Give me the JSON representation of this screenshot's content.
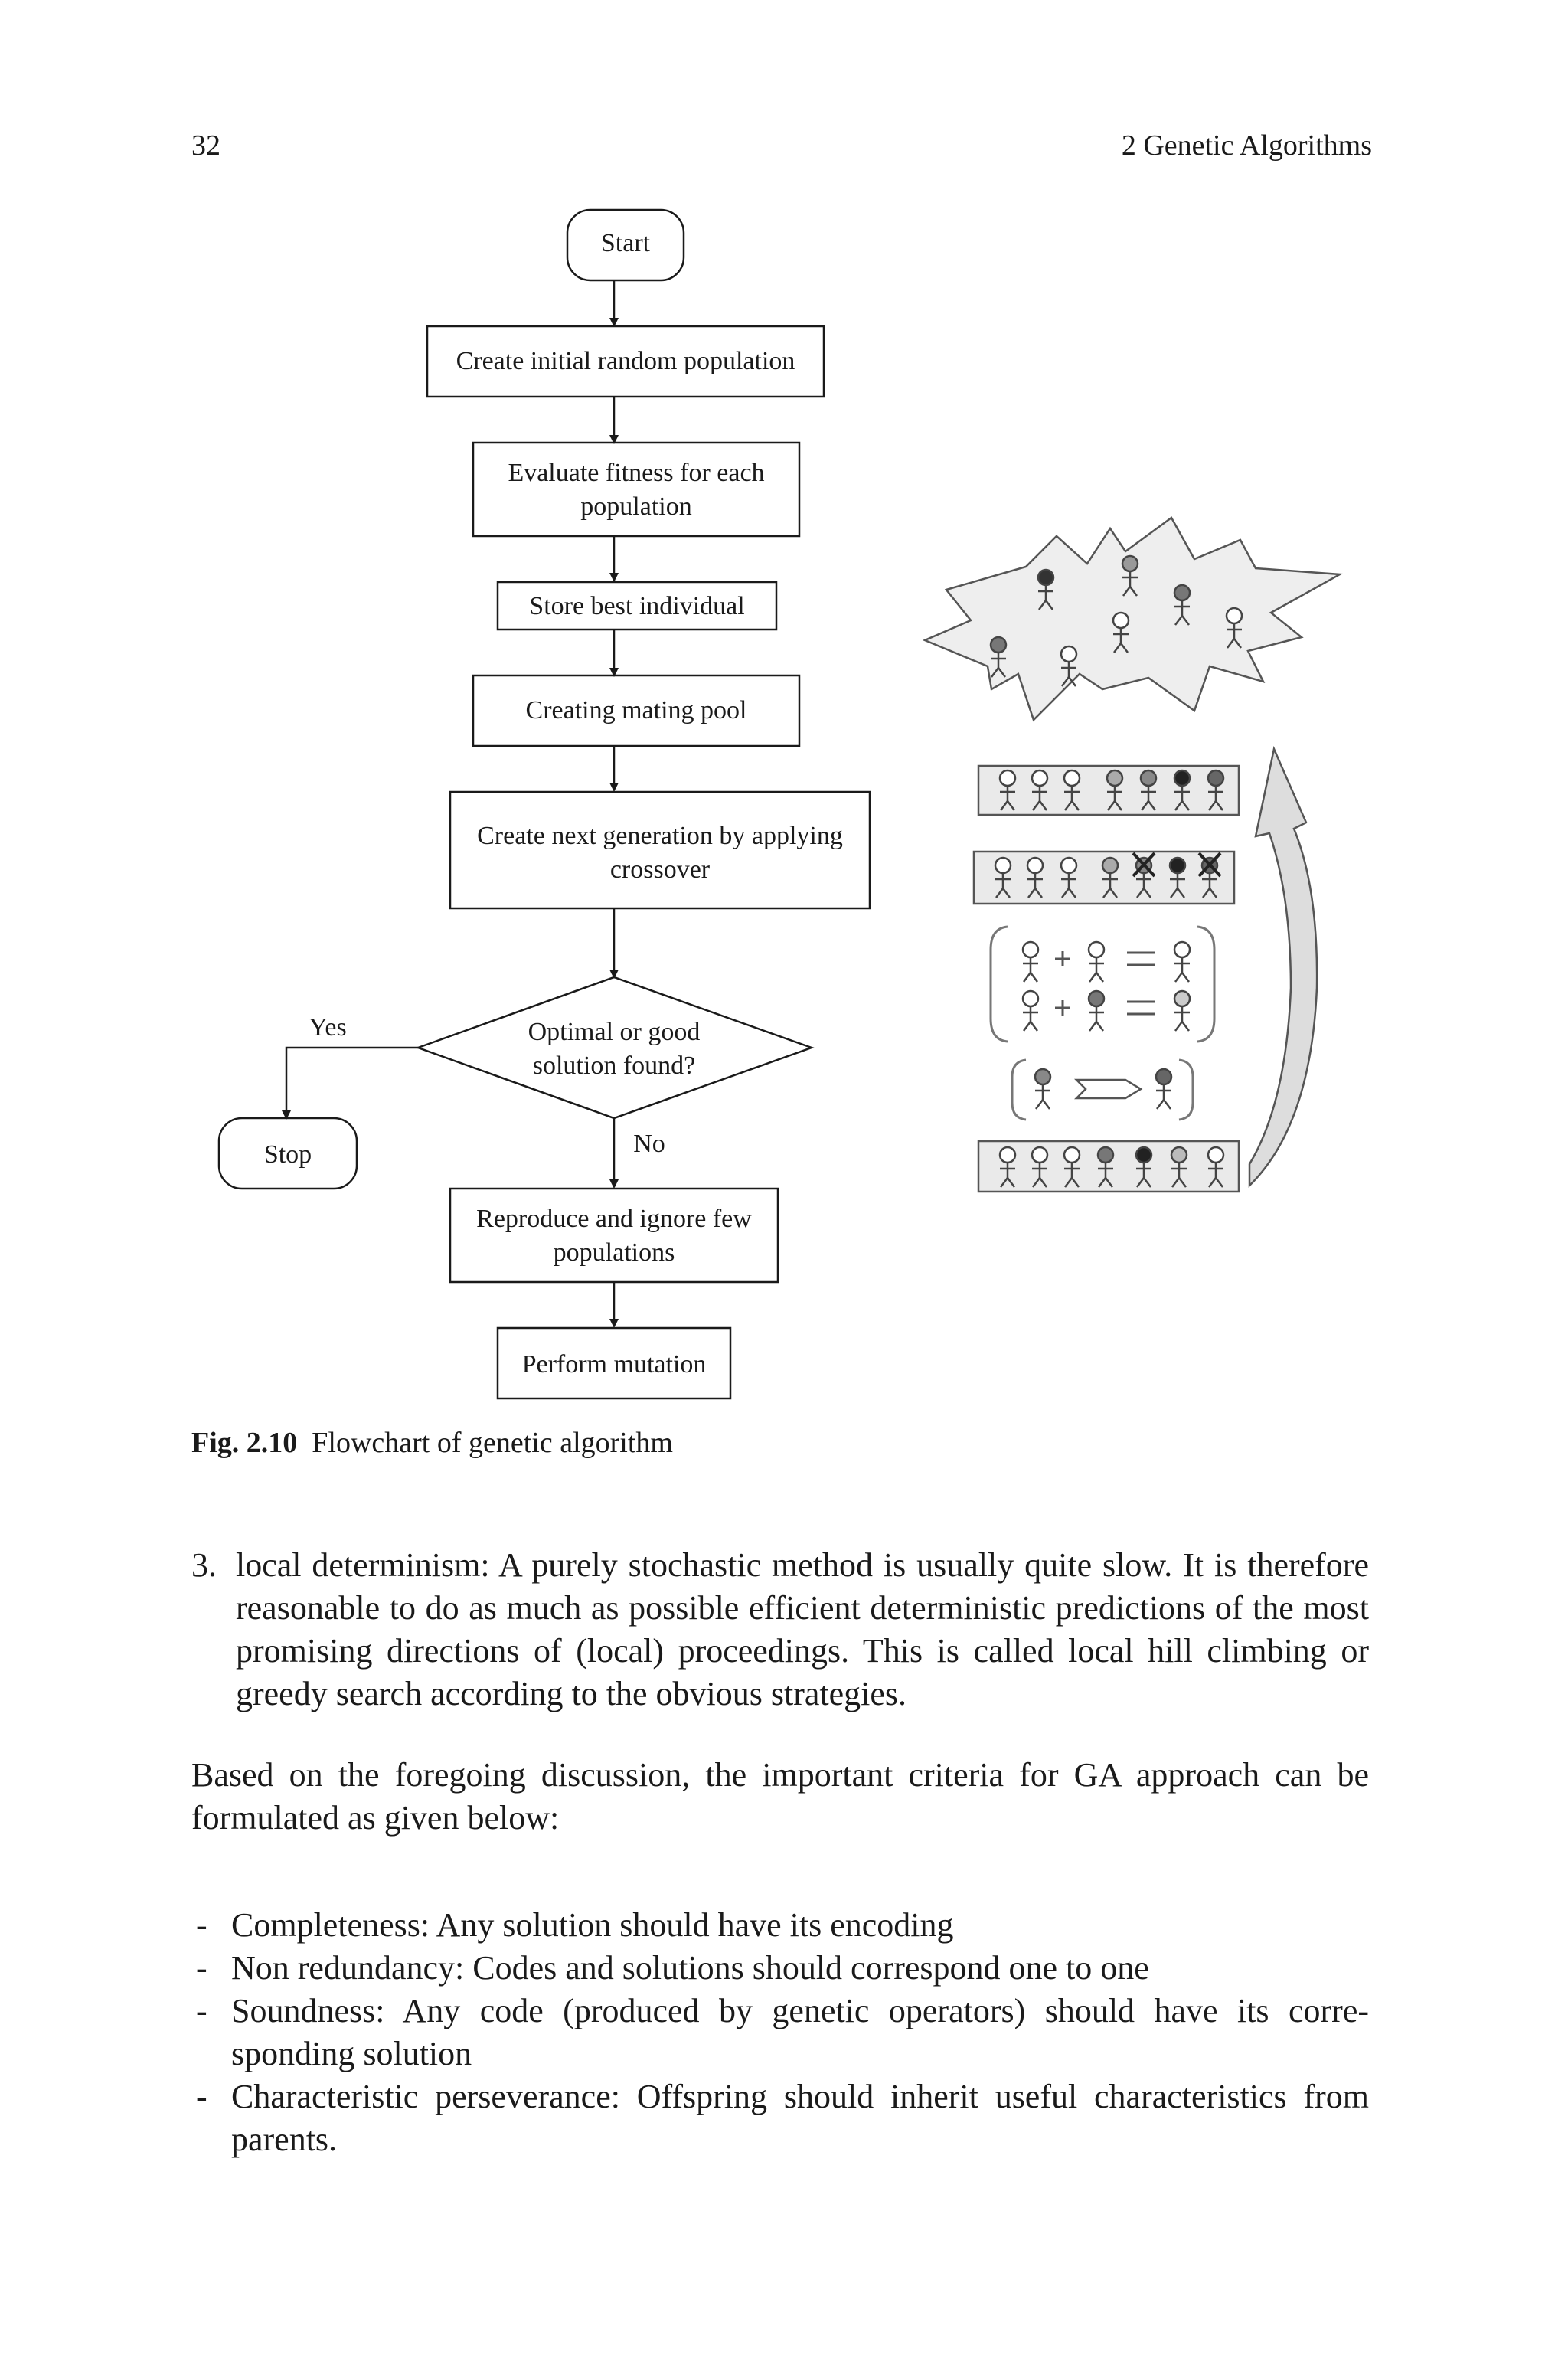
{
  "header": {
    "page_number": "32",
    "chapter": "2  Genetic Algorithms"
  },
  "flowchart": {
    "start": "Start",
    "step1": "Create initial random population",
    "step2_line1": "Evaluate fitness for each",
    "step2_line2": "population",
    "step3": "Store best individual",
    "step4": "Creating mating pool",
    "step5_line1": "Create next generation by applying",
    "step5_line2": "crossover",
    "decision_line1": "Optimal or good",
    "decision_line2": "solution found?",
    "yes_label": "Yes",
    "no_label": "No",
    "stop": "Stop",
    "step6_line1": "Reproduce and ignore few",
    "step6_line2": "populations",
    "step7": "Perform mutation"
  },
  "caption": {
    "label": "Fig. 2.10",
    "text": "Flowchart of genetic algorithm"
  },
  "body": {
    "item3_number": "3.",
    "item3_text": "local determinism: A purely stochastic method is usually quite slow. It is there­fore reasonable to do as much as possible efficient deterministic predictions of the most promising directions of (local) proceedings. This is called local hill climbing or greedy search according to the obvious strategies.",
    "paragraph": "Based on the foregoing discussion, the important criteria for GA approach can be formulated as given below:",
    "criteria": [
      "Completeness: Any solution should have its encoding",
      "Non redundancy: Codes and solutions should correspond one to one",
      "Soundness: Any code (produced by genetic operators) should have its corre­sponding solution",
      "Characteristic perseverance: Offspring should inherit useful characteristics from parents."
    ],
    "dash": "-"
  }
}
